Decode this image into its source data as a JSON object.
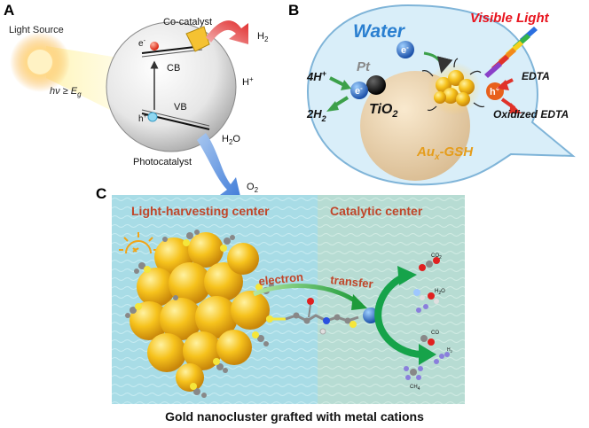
{
  "panel_a": {
    "letter": "A",
    "light_source": "Light Source",
    "hv_text": "hν ≥ E",
    "hv_sub": "g",
    "cocatalyst": "Co-catalyst",
    "h2": "H",
    "h2_sub": "2",
    "electron": "e",
    "electron_sup": "-",
    "cb": "CB",
    "hplus": "H",
    "hplus_sup": "+",
    "hole": "h",
    "hole_sup": "+",
    "vb": "VB",
    "h2o": "H",
    "h2o_sub": "2",
    "h2o_tail": "O",
    "photocatalyst": "Photocatalyst",
    "o2": "O",
    "o2_sub": "2"
  },
  "panel_b": {
    "letter": "B",
    "water": "Water",
    "visible_light": "Visible Light",
    "electron_badge": "e",
    "electron_badge_sup": "-",
    "four_h": "4H",
    "four_h_sup": "+",
    "two_h2": "2H",
    "two_h2_sub": "2",
    "pt": "Pt",
    "tio2": "TiO",
    "tio2_sub": "2",
    "hole_badge": "h",
    "hole_badge_sup": "+",
    "edta": "EDTA",
    "oxidized_edta": "Oxidized EDTA",
    "au_main": "Au",
    "au_sub": "x",
    "au_tail": "-GSH"
  },
  "panel_c": {
    "letter": "C",
    "light_center": "Light-harvesting center",
    "catalytic_center": "Catalytic center",
    "electron_word": "electron",
    "transfer_word": "transfer",
    "co2": "CO",
    "co2_sub": "2",
    "h2o": "H",
    "h2o_sub": "2",
    "h2o_tail": "O",
    "co": "CO",
    "h2": "H",
    "h2_sub": "2",
    "ch4": "CH",
    "ch4_sub": "4",
    "caption": "Gold nanocluster grafted with metal cations"
  },
  "colors": {
    "water_blue": "#2a7fd0",
    "visible_light_red": "#e8141e",
    "label_orange": "#c0462a",
    "panel_c_left_bg": "#a8dce6",
    "panel_c_right_bg": "#b7dcd3",
    "gold": "#f2b410",
    "bubble_fill": "#d8ecf7",
    "bubble_stroke": "#7fb4d8"
  }
}
